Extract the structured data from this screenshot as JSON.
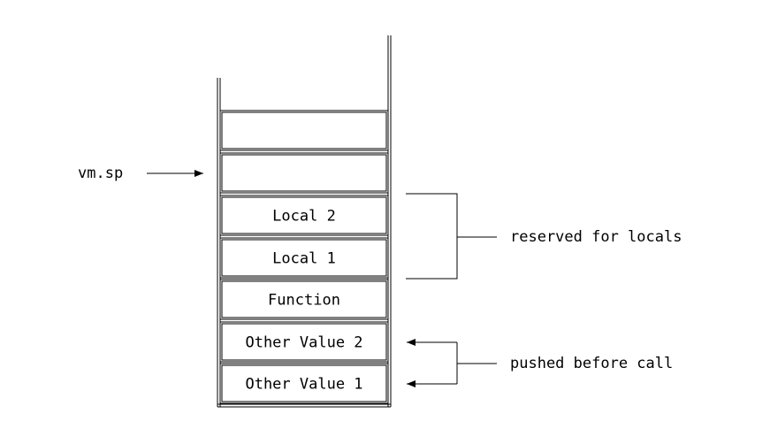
{
  "stack": {
    "slots": [
      {
        "label": ""
      },
      {
        "label": ""
      },
      {
        "label": "Local 2"
      },
      {
        "label": "Local 1"
      },
      {
        "label": "Function"
      },
      {
        "label": "Other Value 2"
      },
      {
        "label": "Other Value 1"
      }
    ]
  },
  "pointer": {
    "label": "vm.sp"
  },
  "annotations": {
    "reserved": "reserved for locals",
    "pushed": "pushed before call"
  }
}
